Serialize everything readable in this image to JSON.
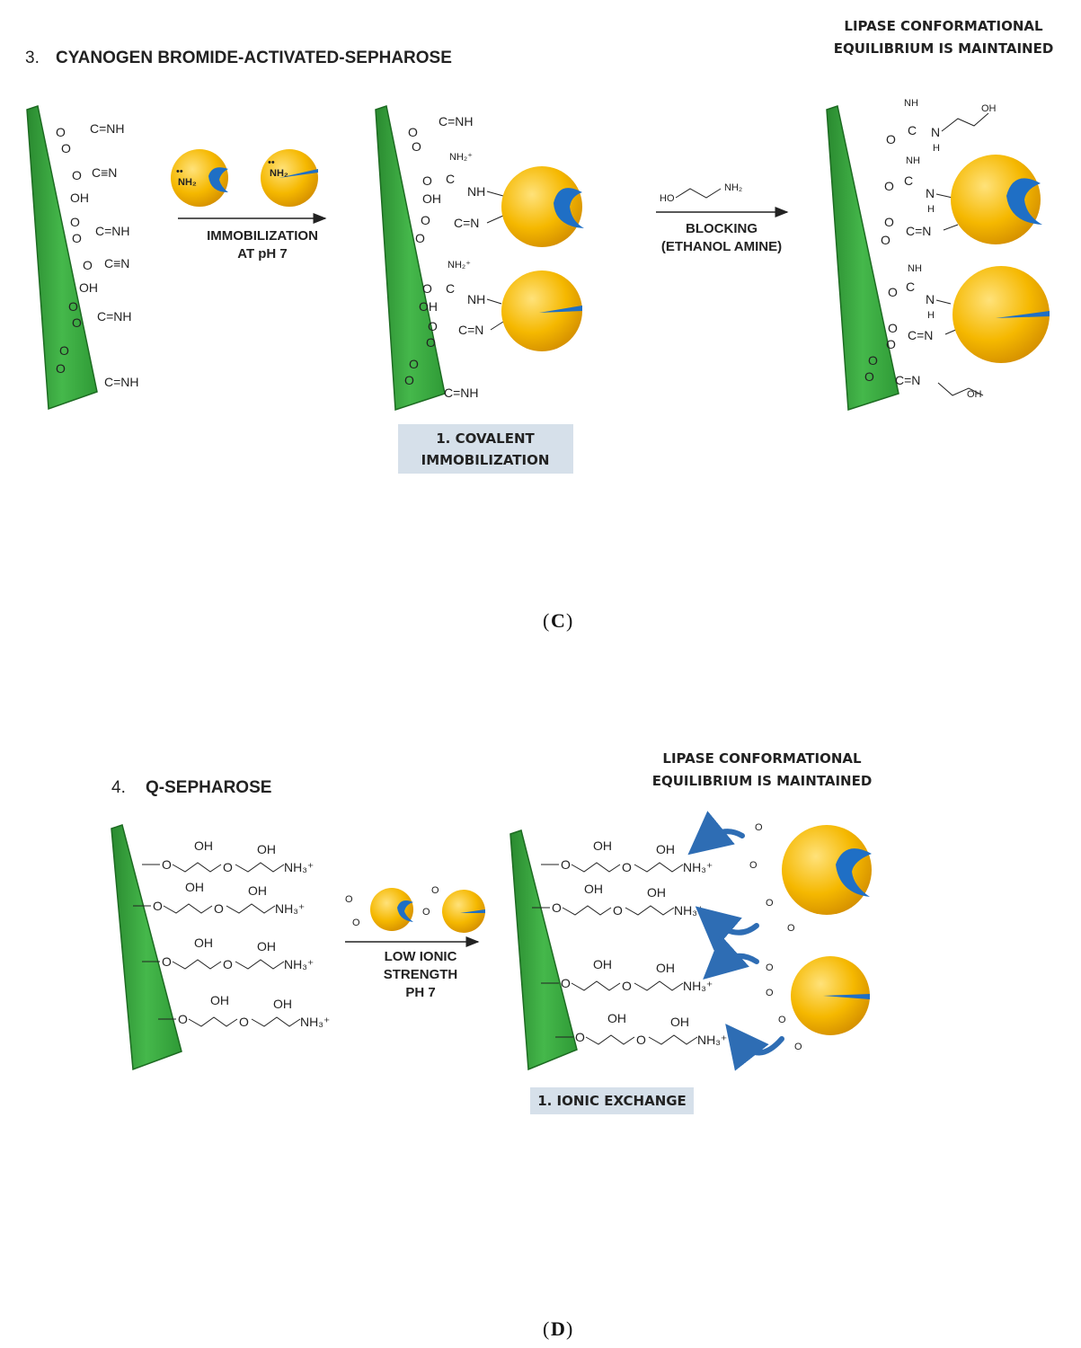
{
  "panelC": {
    "number": "3.",
    "title": "CYANOGEN BROMIDE-ACTIVATED-SEPHAROSE",
    "result_line1": "LIPASE CONFORMATIONAL",
    "result_line2": "EQUILIBRIUM IS MAINTAINED",
    "step1_line1": "IMMOBILIZATION",
    "step1_line2": "AT pH 7",
    "step2_line1": "BLOCKING",
    "step2_line2": "(ETHANOL AMINE)",
    "box_line1": "1. COVALENT",
    "box_line2": "IMMOBILIZATION",
    "caption_open": "(",
    "caption_letter": "C",
    "caption_close": ")"
  },
  "panelD": {
    "number": "4.",
    "title": "Q-SEPHAROSE",
    "result_line1": "LIPASE CONFORMATIONAL",
    "result_line2": "EQUILIBRIUM IS MAINTAINED",
    "step_line1": "LOW IONIC",
    "step_line2": "STRENGTH",
    "step_line3": "PH 7",
    "box_label": "1. IONIC EXCHANGE",
    "caption_open": "(",
    "caption_letter": "D",
    "caption_close": ")"
  },
  "chem": {
    "imine": "C=NH",
    "nitrile": "C≡N",
    "hydroxyl": "OH",
    "oxygen": "O",
    "amine": "NH₂",
    "ammonium": "NH₂⁺",
    "quat": "NH₃⁺",
    "nh": "NH",
    "n": "N",
    "h": "H",
    "c": "C",
    "imino_link": "C=N",
    "ho": "HO",
    "lone_pair": "••"
  },
  "colors": {
    "support": "#3cb043",
    "support_dark": "#1d6b22",
    "enzyme": "#f5b800",
    "lid": "#1f6fc5",
    "box": "#d6e0ea",
    "arrow": "#2e6db4"
  }
}
